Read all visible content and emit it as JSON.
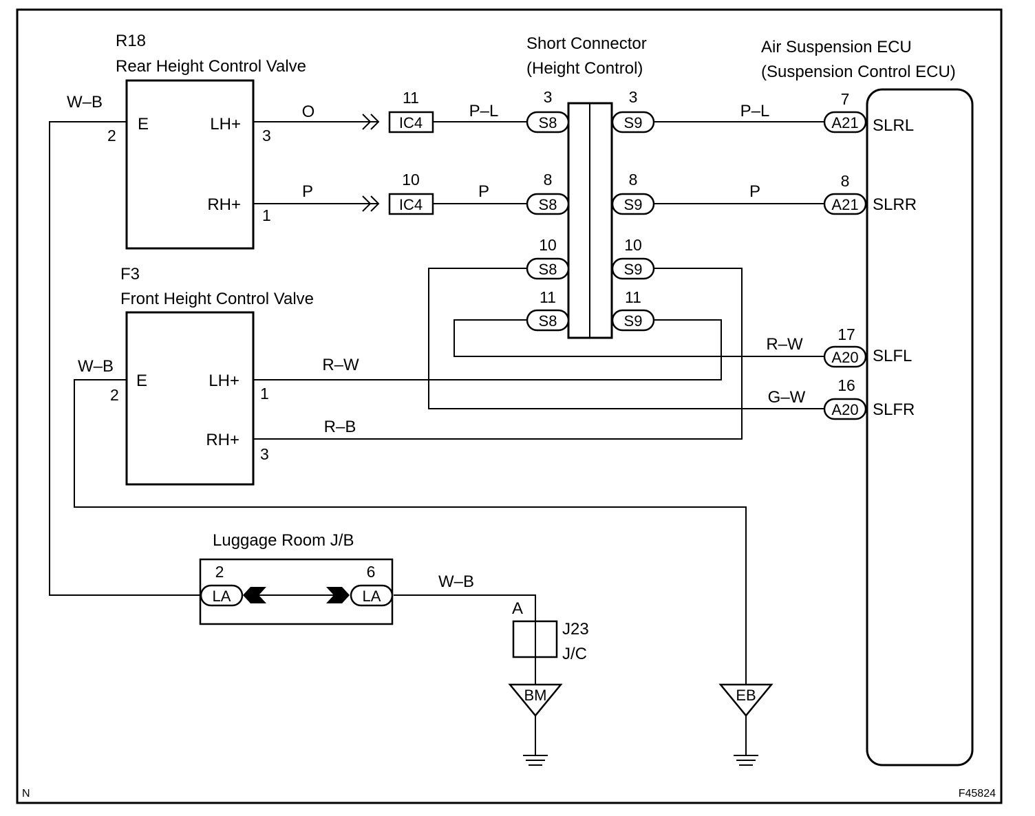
{
  "frame": {
    "corner_left": "N",
    "corner_right": "F45824"
  },
  "components": {
    "r18": {
      "code": "R18",
      "name": "Rear Height Control Valve",
      "pins": {
        "e": "E",
        "lh": "LH+",
        "rh": "RH+"
      },
      "pin_numbers": {
        "e": "2",
        "lh": "3",
        "rh": "1"
      }
    },
    "f3": {
      "code": "F3",
      "name": "Front Height Control Valve",
      "pins": {
        "e": "E",
        "lh": "LH+",
        "rh": "RH+"
      },
      "pin_numbers": {
        "e": "2",
        "lh": "1",
        "rh": "3"
      }
    },
    "short_connector": {
      "line1": "Short Connector",
      "line2": "(Height Control)"
    },
    "ecu": {
      "line1": "Air Suspension ECU",
      "line2": "(Suspension Control ECU)",
      "pins": [
        "SLRL",
        "SLRR",
        "SLFL",
        "SLFR"
      ]
    },
    "luggage_jb": {
      "name": "Luggage Room J/B"
    },
    "jc": {
      "line1": "J23",
      "line2": "J/C",
      "pin": "A"
    },
    "grounds": [
      "BM",
      "EB"
    ]
  },
  "connectors": {
    "ic4": "IC4",
    "s8": "S8",
    "s9": "S9",
    "a21": "A21",
    "a20": "A20",
    "la": "LA"
  },
  "pin_numbers": {
    "ic4_top": "11",
    "ic4_bottom": "10",
    "s8": [
      "3",
      "8",
      "10",
      "11"
    ],
    "s9": [
      "3",
      "8",
      "10",
      "11"
    ],
    "a21": [
      "7",
      "8"
    ],
    "a20": [
      "17",
      "16"
    ],
    "la_left": "2",
    "la_right": "6"
  },
  "wires": {
    "r18_ground": "W–B",
    "r18_lh": "O",
    "r18_rh": "P",
    "ic4_s8_top": "P–L",
    "ic4_s8_bottom": "P",
    "s9_a21_top": "P–L",
    "s9_a21_bottom": "P",
    "slfl": "R–W",
    "slfr": "G–W",
    "f3_ground": "W–B",
    "f3_lh": "R–W",
    "f3_rh": "R–B",
    "jb_out": "W–B"
  }
}
